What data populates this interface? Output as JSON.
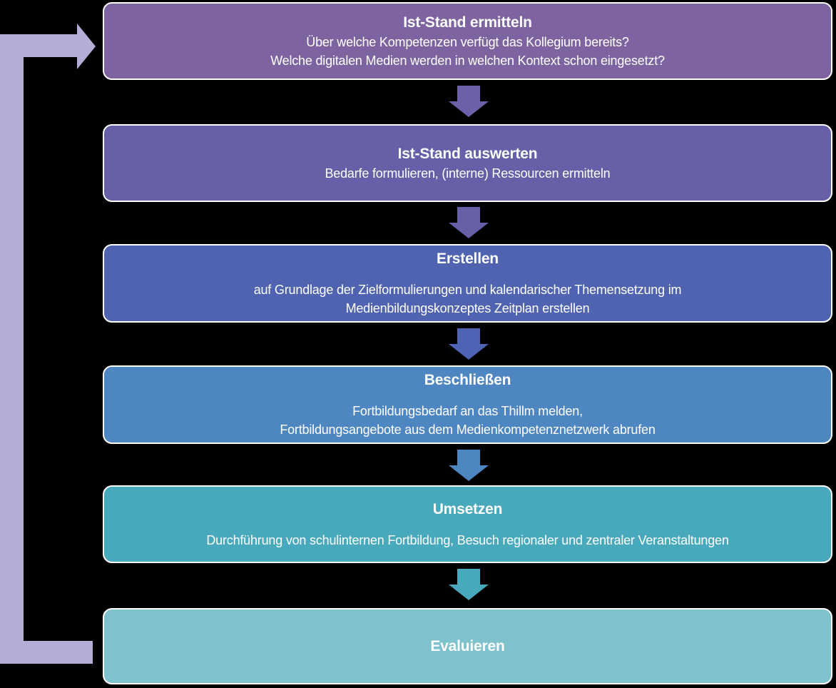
{
  "canvas": {
    "background": "#000000",
    "text_color": "#ffffff"
  },
  "feedback_loop": {
    "color": "#b4aed6"
  },
  "steps": [
    {
      "title": "Ist-Stand ermitteln",
      "lines": [
        "Über welche Kompetenzen verfügt das Kollegium bereits?",
        "Welche digitalen Medien werden in welchen Kontext schon eingesetzt?"
      ],
      "color": "#7d64a0"
    },
    {
      "title": "Ist-Stand auswerten",
      "lines": [
        "Bedarfe formulieren, (interne) Ressourcen ermitteln"
      ],
      "color": "#6560a8"
    },
    {
      "title": "Erstellen",
      "lines": [
        "auf Grundlage der Zielformulierungen und kalendarischer Themensetzung im",
        "Medienbildungskonzeptes Zeitplan erstellen"
      ],
      "color": "#4f63b0"
    },
    {
      "title": "Beschließen",
      "lines": [
        "Fortbildungsbedarf an das Thillm melden,",
        "Fortbildungsangebote aus dem Medienkompetenznetzwerk abrufen"
      ],
      "color": "#4e86c1"
    },
    {
      "title": "Umsetzen",
      "lines": [
        "Durchführung von schulinternen Fortbildung, Besuch regionaler und zentraler Veranstaltungen"
      ],
      "color": "#48a9bc"
    },
    {
      "title": "Evaluieren",
      "lines": [],
      "color": "#7ec2ce"
    }
  ],
  "flow_arrows": [
    {
      "color": "#6a61a9"
    },
    {
      "color": "#6560a8"
    },
    {
      "color": "#4f63b5"
    },
    {
      "color": "#4e86c1"
    },
    {
      "color": "#48a9bc"
    }
  ]
}
